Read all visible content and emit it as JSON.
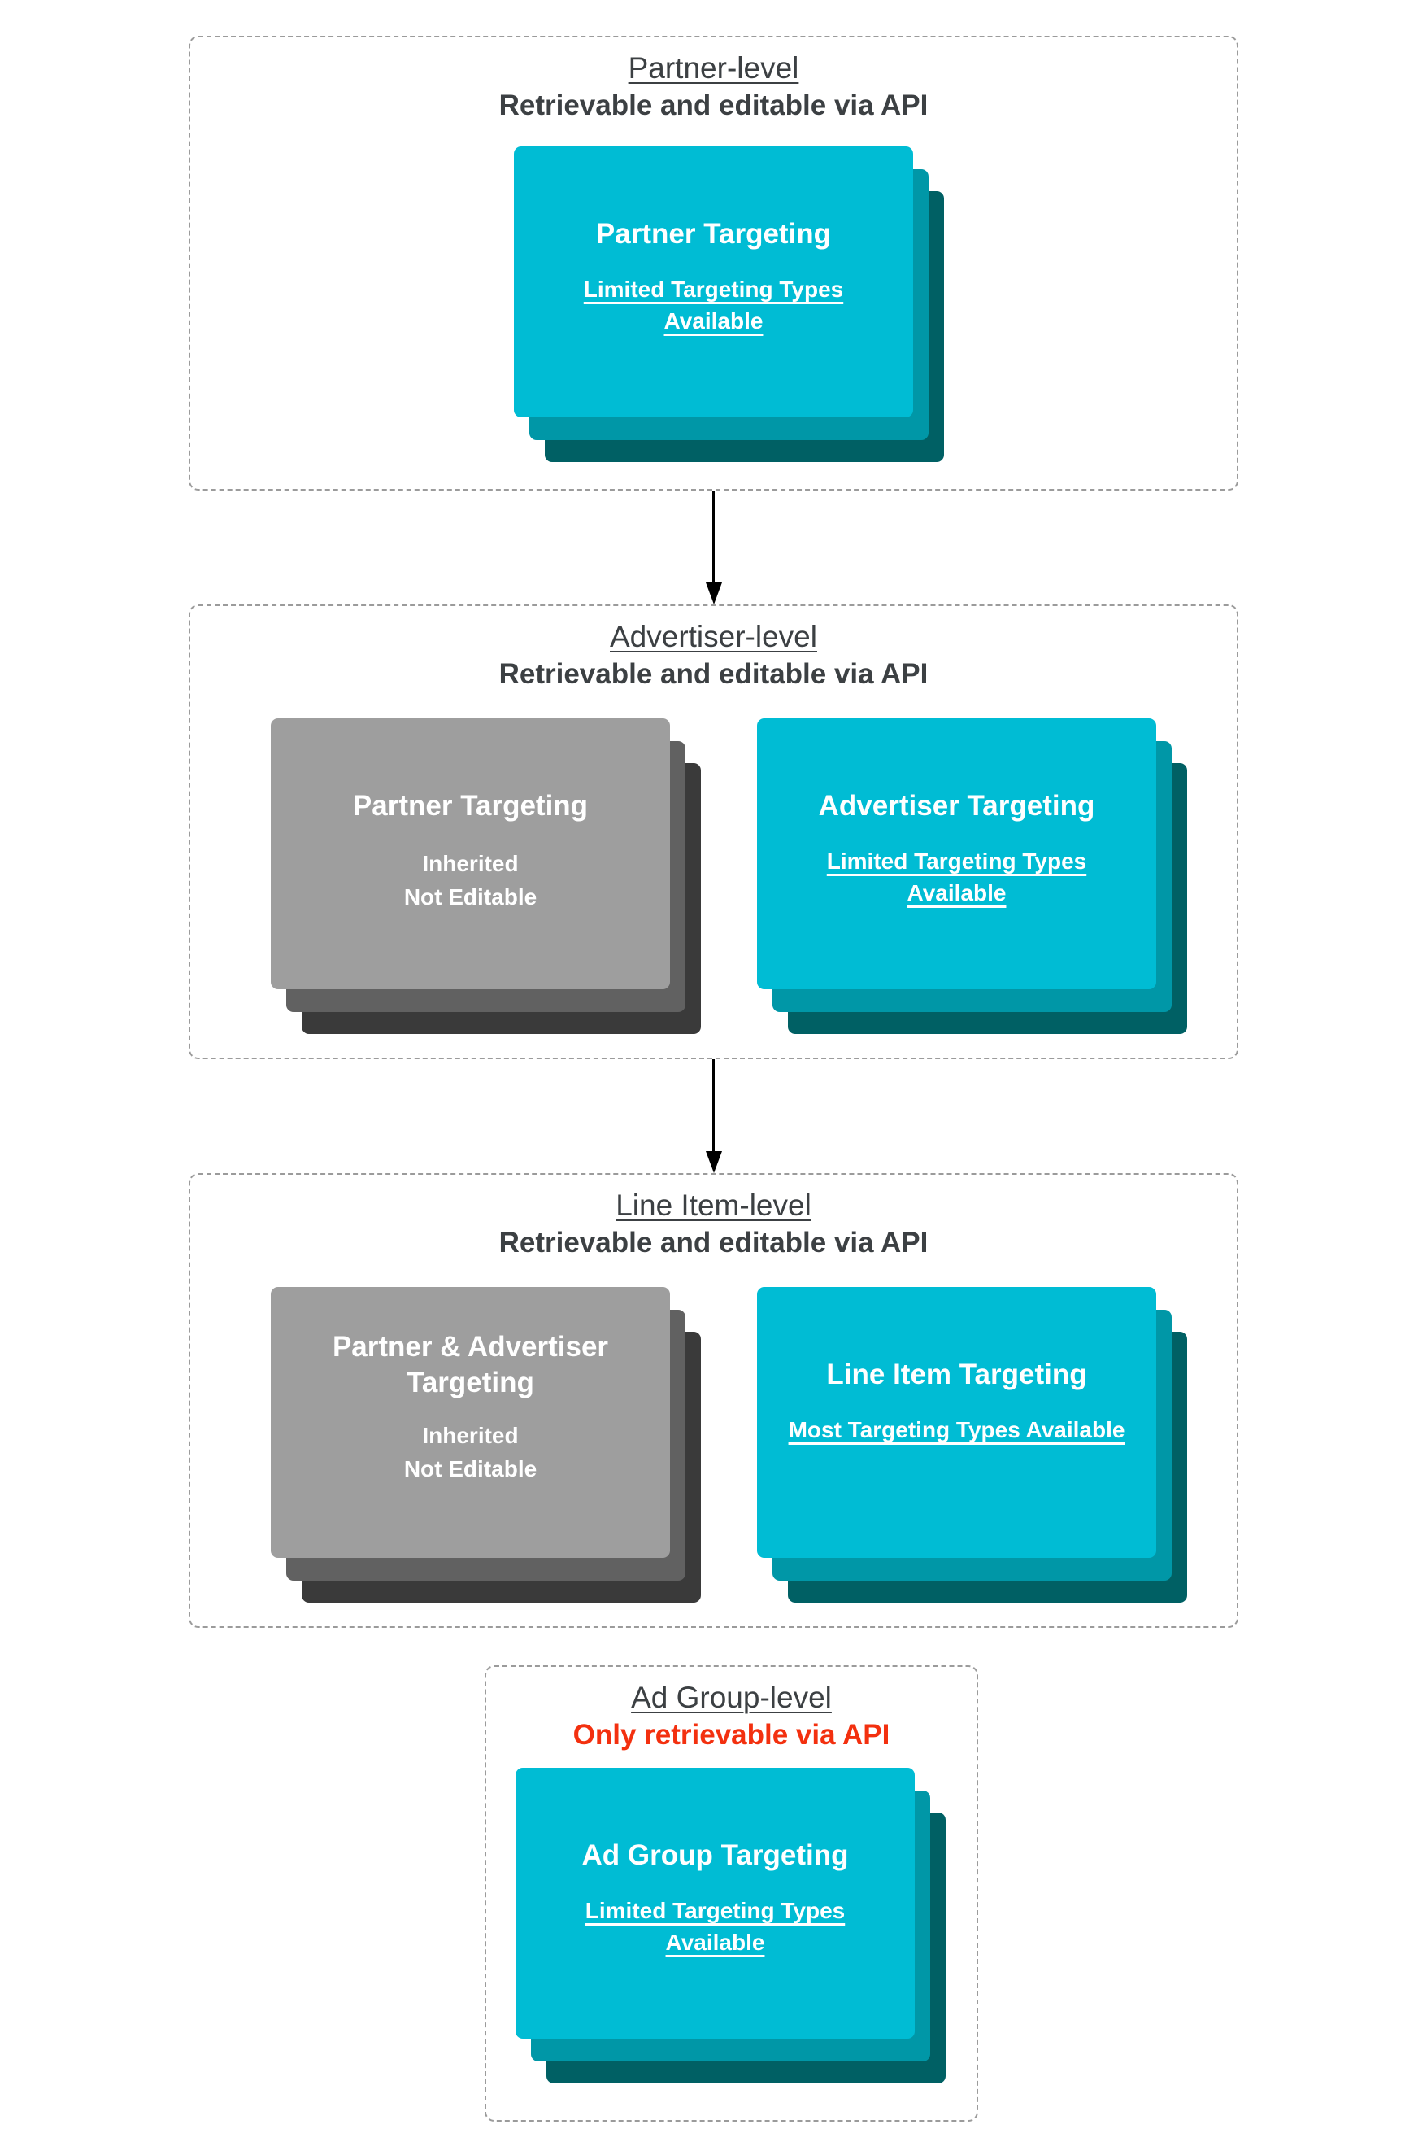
{
  "sections": [
    {
      "id": "partner-level",
      "level_label": "Partner-level",
      "api_note": "Retrievable and editable via API",
      "cards": [
        {
          "variant": "teal",
          "title": "Partner Targeting",
          "subtitle": "Limited Targeting Types Available"
        }
      ]
    },
    {
      "id": "advertiser-level",
      "level_label": "Advertiser-level",
      "api_note": "Retrievable and editable via API",
      "cards": [
        {
          "variant": "gray",
          "title": "Partner Targeting",
          "lines": [
            "Inherited",
            "Not Editable"
          ]
        },
        {
          "variant": "teal",
          "title": "Advertiser Targeting",
          "subtitle": "Limited Targeting Types Available"
        }
      ]
    },
    {
      "id": "line-item-level",
      "level_label": "Line Item-level",
      "api_note": "Retrievable and editable via API",
      "cards": [
        {
          "variant": "gray",
          "title": "Partner & Advertiser Targeting",
          "lines": [
            "Inherited",
            "Not Editable"
          ]
        },
        {
          "variant": "teal",
          "title": "Line Item Targeting",
          "subtitle": "Most Targeting Types Available"
        }
      ]
    },
    {
      "id": "ad-group-level",
      "level_label": "Ad Group-level",
      "api_note": "Only retrievable via API",
      "api_note_color": "#F3300F",
      "cards": [
        {
          "variant": "teal",
          "title": "Ad Group Targeting",
          "subtitle": "Limited Targeting Types Available"
        }
      ]
    }
  ],
  "colors": {
    "teal_card_front": "#00BCD4",
    "teal_card_middle": "#0097A7",
    "teal_card_back": "#006064",
    "gray_card_front": "#9E9E9E",
    "gray_card_middle": "#616161",
    "gray_card_back": "#3A3A3A",
    "dashed_border": "#9B9B9B",
    "heading_text": "#3C4043",
    "warning_red": "#F3300F",
    "card_text": "#FFFFFF",
    "arrow": "#000000"
  }
}
